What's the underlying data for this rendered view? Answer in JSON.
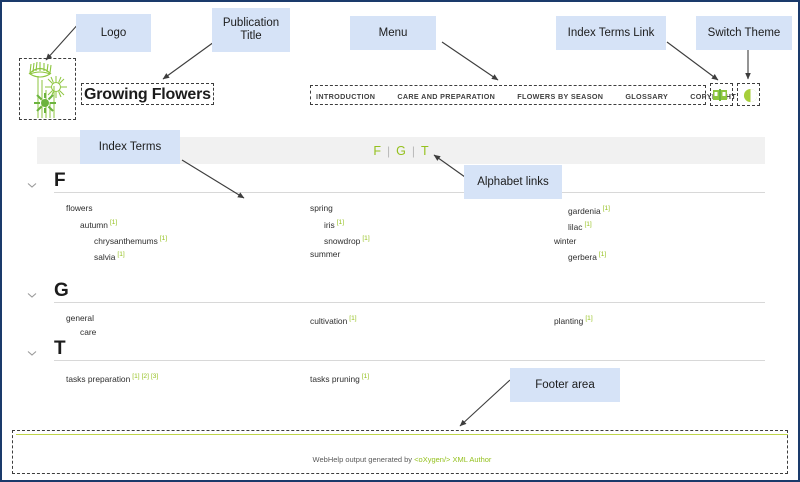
{
  "window": {
    "border_color": "#1a3a6b"
  },
  "header": {
    "logo_icon": "flowers-logo-icon",
    "publication_title": "Growing Flowers",
    "menu": [
      {
        "label": "INTRODUCTION"
      },
      {
        "label": "CARE AND PREPARATION"
      },
      {
        "label": "FLOWERS BY SEASON"
      },
      {
        "label": "GLOSSARY"
      },
      {
        "label": "COPYRIGHT"
      }
    ],
    "index_terms_icon": "open-book-icon",
    "switch_theme_icon": "half-circle-contrast-icon"
  },
  "alphabet_bar": {
    "links": [
      "F",
      "G",
      "T"
    ],
    "separator": "|",
    "link_color": "#95c11f"
  },
  "index": {
    "sections": [
      {
        "letter": "F",
        "columns": [
          [
            {
              "text": "flowers",
              "level": 0,
              "refs": []
            },
            {
              "text": "autumn",
              "level": 1,
              "refs": [
                "[1]"
              ]
            },
            {
              "text": "chrysanthemums",
              "level": 2,
              "refs": [
                "[1]"
              ]
            },
            {
              "text": "salvia",
              "level": 2,
              "refs": [
                "[1]"
              ]
            }
          ],
          [
            {
              "text": "spring",
              "level": 0,
              "refs": []
            },
            {
              "text": "iris",
              "level": 1,
              "refs": [
                "[1]"
              ]
            },
            {
              "text": "snowdrop",
              "level": 1,
              "refs": [
                "[1]"
              ]
            },
            {
              "text": "summer",
              "level": 0,
              "refs": []
            }
          ],
          [
            {
              "text": "gardenia",
              "level": 1,
              "refs": [
                "[1]"
              ]
            },
            {
              "text": "lilac",
              "level": 1,
              "refs": [
                "[1]"
              ]
            },
            {
              "text": "winter",
              "level": 0,
              "refs": []
            },
            {
              "text": "gerbera",
              "level": 1,
              "refs": [
                "[1]"
              ]
            }
          ]
        ]
      },
      {
        "letter": "G",
        "columns": [
          [
            {
              "text": "general",
              "level": 0,
              "refs": []
            },
            {
              "text": "care",
              "level": 1,
              "refs": []
            }
          ],
          [
            {
              "text": "cultivation",
              "level": 0,
              "refs": [
                "[1]"
              ]
            }
          ],
          [
            {
              "text": "planting",
              "level": 0,
              "refs": [
                "[1]"
              ]
            }
          ]
        ]
      },
      {
        "letter": "T",
        "columns": [
          [
            {
              "text": "tasks preparation",
              "level": 0,
              "refs": [
                "[1]",
                "[2]",
                "[3]"
              ]
            }
          ],
          [
            {
              "text": "tasks pruning",
              "level": 0,
              "refs": [
                "[1]"
              ]
            }
          ],
          []
        ]
      }
    ]
  },
  "footer": {
    "text_before": "WebHelp output generated by ",
    "brand": "<oXygen/> XML Author",
    "accent_color": "#95c11f"
  },
  "annotations": [
    {
      "id": "logo",
      "label": "Logo"
    },
    {
      "id": "publication-title",
      "label": "Publication Title"
    },
    {
      "id": "menu",
      "label": "Menu"
    },
    {
      "id": "index-terms-link",
      "label": "Index Terms Link"
    },
    {
      "id": "switch-theme",
      "label": "Switch Theme"
    },
    {
      "id": "index-terms",
      "label": "Index Terms"
    },
    {
      "id": "alphabet-links",
      "label": "Alphabet links"
    },
    {
      "id": "footer-area",
      "label": "Footer area"
    }
  ]
}
